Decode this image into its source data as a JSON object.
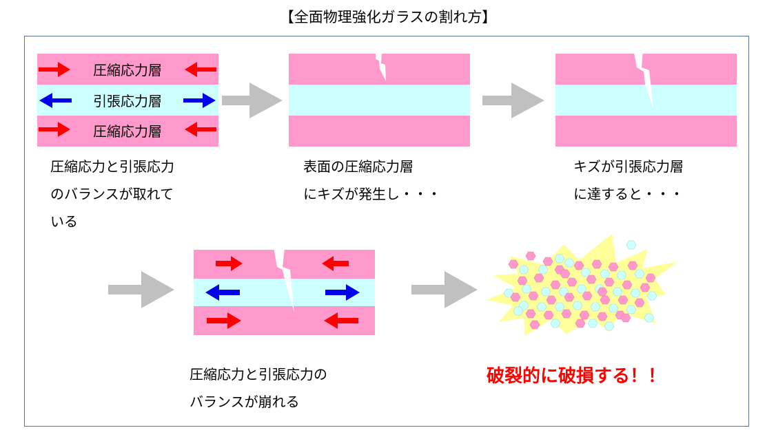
{
  "title": "【全面物理強化ガラスの割れ方】",
  "colors": {
    "compression_layer": "#ff99cc",
    "tension_layer": "#ccffff",
    "compression_arrow": "#ff0000",
    "tension_arrow": "#0000ee",
    "flow_arrow": "#c0c0c0",
    "crack": "#ffffff",
    "burst": "#ffff99",
    "border": "#5a7290"
  },
  "layer_labels": {
    "top": "圧縮応力層",
    "middle": "引張応力層",
    "bottom": "圧縮応力層"
  },
  "captions": {
    "step1": [
      "圧縮応力と引張応力",
      "のバランスが取れて",
      "いる"
    ],
    "step2": [
      "表面の圧縮応力層",
      "にキズが発生し・・・"
    ],
    "step3": [
      "キズが引張応力層",
      "に達すると・・・"
    ],
    "step4": [
      "圧縮応力と引張応力の",
      "バランスが崩れる"
    ],
    "step5": "破裂的に破損する！！"
  }
}
